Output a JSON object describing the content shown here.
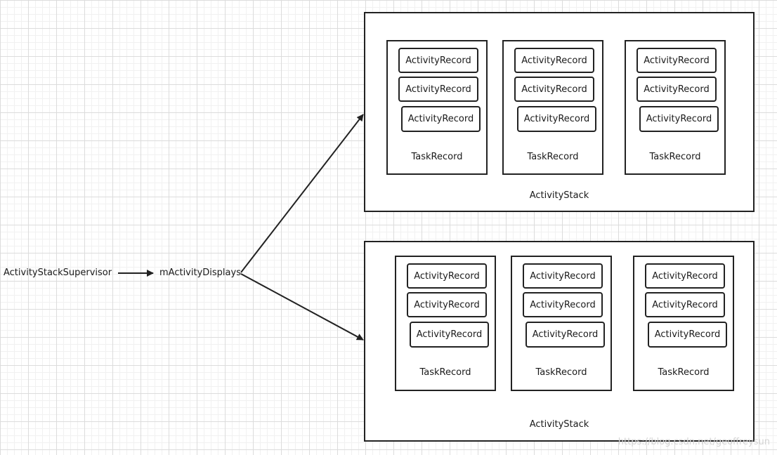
{
  "supervisor_label": "ActivityStackSupervisor",
  "displays_label": "mActivityDisplays",
  "record_label": "ActivityRecord",
  "task_label": "TaskRecord",
  "stack_label": "ActivityStack",
  "watermark": "https://blog.csdn.net/geoffreysun"
}
